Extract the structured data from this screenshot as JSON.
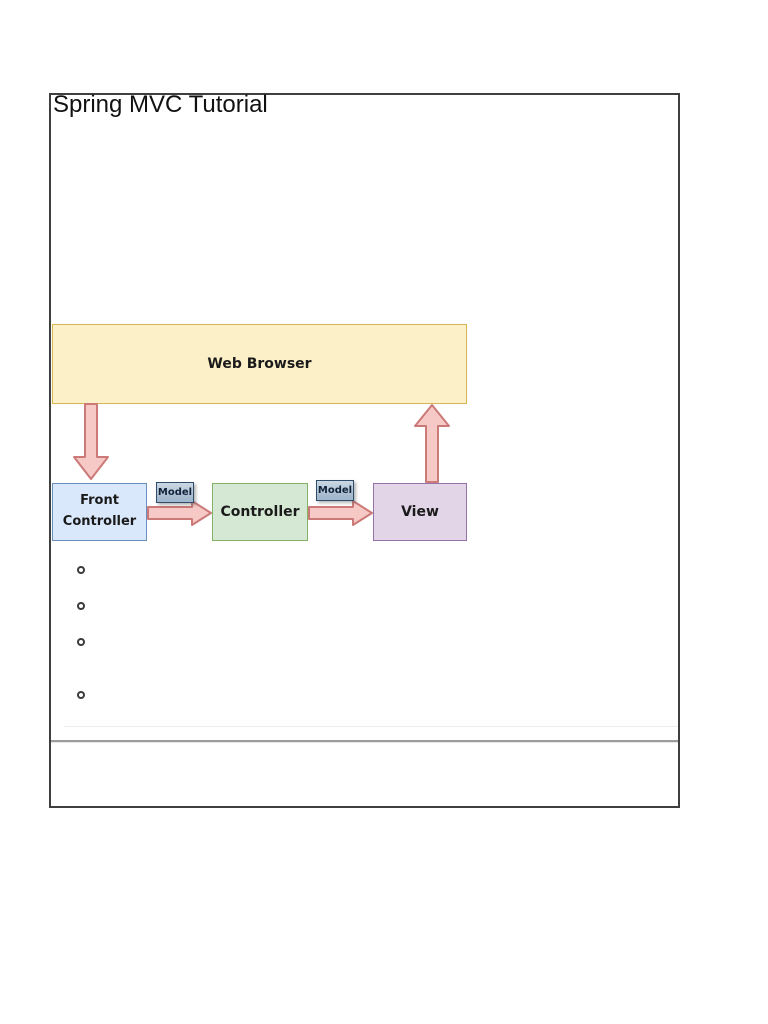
{
  "page": {
    "title": "Spring MVC Tutorial"
  },
  "diagram": {
    "nodes": {
      "web_browser": "Web Browser",
      "front_controller": "Front\nController",
      "controller": "Controller",
      "view": "View"
    },
    "model_label_left": "Model",
    "model_label_right": "Model",
    "flows": [
      "web-browser -> front-controller",
      "front-controller -> controller (Model)",
      "controller -> view (Model)",
      "view -> web-browser"
    ],
    "colors": {
      "node_yellow_fill": "#FCF0C8",
      "node_yellow_stroke": "#D6B656",
      "node_blue_fill": "#DAE8FC",
      "node_blue_stroke": "#6C8EBF",
      "node_green_fill": "#D5E8D4",
      "node_green_stroke": "#82B366",
      "node_purple_fill": "#E1D5E7",
      "node_purple_stroke": "#9673A6",
      "model_fill": "#A2B8CC",
      "model_fill_light": "#CBD8E4",
      "model_stroke": "#2E4D6B",
      "arrow_fill": "#F6C9C6",
      "arrow_stroke": "#CC7A78"
    }
  },
  "list": {
    "bullet_style": "circle",
    "bullet_count": 4
  }
}
